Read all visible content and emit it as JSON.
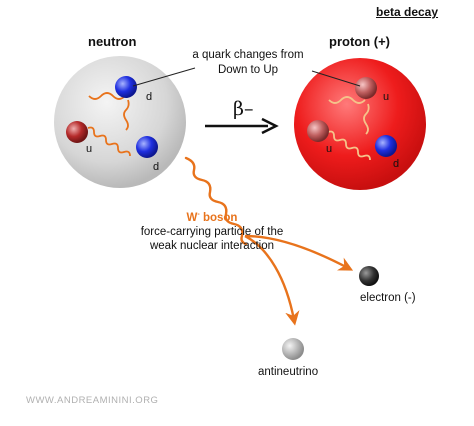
{
  "title": "beta decay",
  "neutron_label": "neutron",
  "proton_label": "proton (+)",
  "quark_change_note": "a quark changes from Down to Up",
  "arrow_label": "β–",
  "w_boson": {
    "name": "W",
    "charge": "-",
    "suffix": " boson",
    "description": "force-carrying particle of the weak nuclear interaction"
  },
  "electron_label": "electron (-)",
  "antineutrino_label": "antineutrino",
  "watermark": "WWW.ANDREAMININI.ORG",
  "neutron_quarks": [
    "d",
    "u",
    "d"
  ],
  "proton_quarks": [
    "u",
    "u",
    "d"
  ],
  "colors": {
    "neutron_fill": "#d9d9d9",
    "proton_fill": "#ee1c1c",
    "w_boson": "#e8731c",
    "quark_up": "#b52a2a",
    "quark_down": "#1f2fe0",
    "electron": "#333333",
    "antineutrino": "#aaaaaa"
  }
}
